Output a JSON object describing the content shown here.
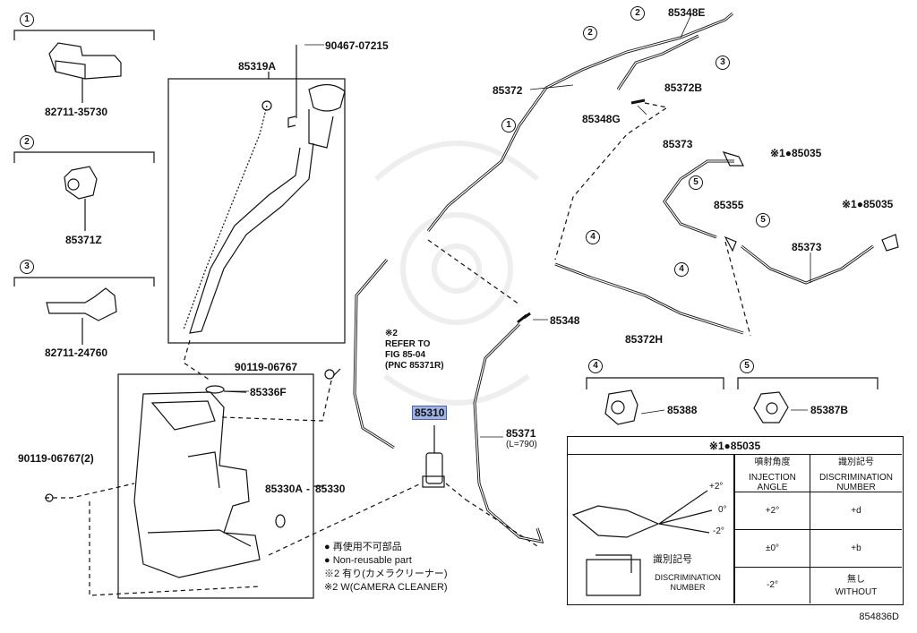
{
  "callouts": {
    "c1": "1",
    "c2": "2",
    "c3": "3",
    "c4": "4",
    "c5": "5"
  },
  "parts": {
    "p82711_35730": "82711-35730",
    "p85371Z": "85371Z",
    "p82711_24760": "82711-24760",
    "p85319A": "85319A",
    "p90467": "90467-07215",
    "p90119_a": "90119-06767",
    "p85336F": "85336F",
    "p90119_b": "90119-06767(2)",
    "p85330A": "85330A",
    "p85330": "85330",
    "p85310": "85310",
    "p85372": "85372",
    "p85348E": "85348E",
    "p85372B": "85372B",
    "p85348G": "85348G",
    "p85373a": "85373",
    "p85035a": "※1●85035",
    "p85355": "85355",
    "p85035b": "※1●85035",
    "p85373b": "85373",
    "p85372H": "85372H",
    "p85348": "85348",
    "p85371": "85371",
    "p85371len": "(L=790)",
    "p85388": "85388",
    "p85387B": "85387B"
  },
  "refer": [
    "※2",
    "REFER TO",
    "FIG 85-04",
    "(PNC 85371R)"
  ],
  "legend": [
    "● 再使用不可部品",
    "● Non-reusable part",
    "※2 有り(カメラクリーナー)",
    "※2 W(CAMERA CLEANER)"
  ],
  "table": {
    "title": "※1●85035",
    "col1_jp": "噴射角度",
    "col1_en": "INJECTION ANGLE",
    "col2_jp": "識別記号",
    "col2_en": "DISCRIMINATION NUMBER",
    "rows": [
      {
        "angle": "+2°",
        "mark": "+d"
      },
      {
        "angle": "±0°",
        "mark": "+b"
      },
      {
        "angle": "-2°",
        "mark_jp": "無し",
        "mark": "WITHOUT"
      }
    ],
    "ang_p2": "+2°",
    "ang_0": "0°",
    "ang_m2": "-2°",
    "disc_jp": "識別記号",
    "disc_en": "DISCRIMINATION NUMBER"
  },
  "figure_code": "854836D"
}
